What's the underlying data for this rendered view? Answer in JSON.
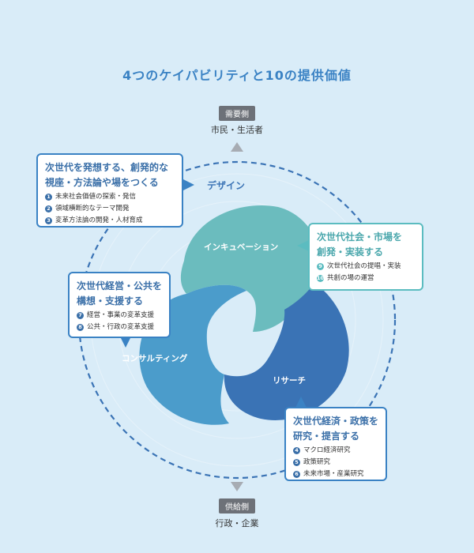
{
  "title": "4つのケイパビリティと10の提供価値",
  "demand": {
    "tag": "需要側",
    "label": "市民・生活者"
  },
  "supply": {
    "tag": "供給側",
    "label": "行政・企業"
  },
  "ring_label": "デザイン",
  "segments": {
    "incubation": "インキュベーション",
    "research": "リサーチ",
    "consulting": "コンサルティング"
  },
  "callouts": {
    "design": {
      "title_line1": "次世代を発想する、創発的な",
      "title_line2": "視座・方法論や場をつくる",
      "items": [
        {
          "num": "1",
          "text": "未来社会価値の探索・発信"
        },
        {
          "num": "2",
          "text": "領域横断的なテーマ開発"
        },
        {
          "num": "3",
          "text": "変革方法論の開発・人材育成"
        }
      ]
    },
    "incubation": {
      "title_line1": "次世代社会・市場を",
      "title_line2": "創発・実装する",
      "items": [
        {
          "num": "9",
          "text": "次世代社会の提唱・実装"
        },
        {
          "num": "10",
          "text": "共創の場の運営"
        }
      ]
    },
    "consulting": {
      "title_line1": "次世代経営・公共を",
      "title_line2": "構想・支援する",
      "items": [
        {
          "num": "7",
          "text": "経営・事業の変革支援"
        },
        {
          "num": "8",
          "text": "公共・行政の変革支援"
        }
      ]
    },
    "research": {
      "title_line1": "次世代経済・政策を",
      "title_line2": "研究・提言する",
      "items": [
        {
          "num": "4",
          "text": "マクロ経済研究"
        },
        {
          "num": "5",
          "text": "政策研究"
        },
        {
          "num": "6",
          "text": "未来市場・産業研究"
        }
      ]
    }
  },
  "colors": {
    "background": "#d9ecf8",
    "incubation": "#6bbcbe",
    "research": "#3a73b5",
    "consulting": "#4b9ccb",
    "accent": "#3a82c4"
  }
}
